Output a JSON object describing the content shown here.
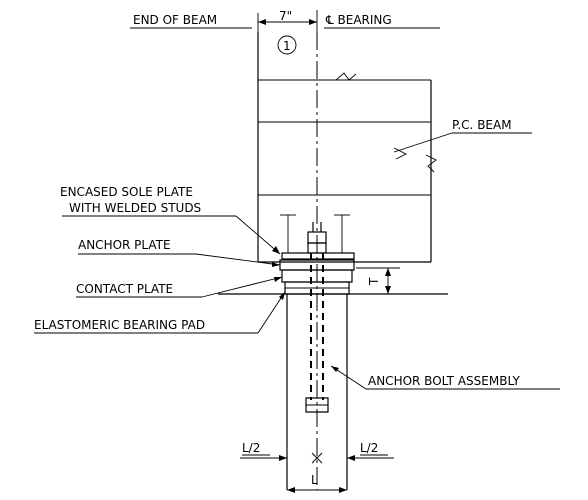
{
  "labels": {
    "end_of_beam": "END OF BEAM",
    "dim_7": "7\"",
    "bearing": "℄ BEARING",
    "note_1": "1",
    "pc_beam": "P.C. BEAM",
    "sole_plate_1": "ENCASED SOLE PLATE",
    "sole_plate_2": "WITH WELDED STUDS",
    "anchor_plate": "ANCHOR PLATE",
    "contact_plate": "CONTACT PLATE",
    "elastomeric_pad": "ELASTOMERIC BEARING PAD",
    "anchor_bolt": "ANCHOR BOLT ASSEMBLY",
    "t_dim": "T",
    "l_half_left": "L/2",
    "l_half_right": "L/2",
    "l_dim": "L"
  }
}
